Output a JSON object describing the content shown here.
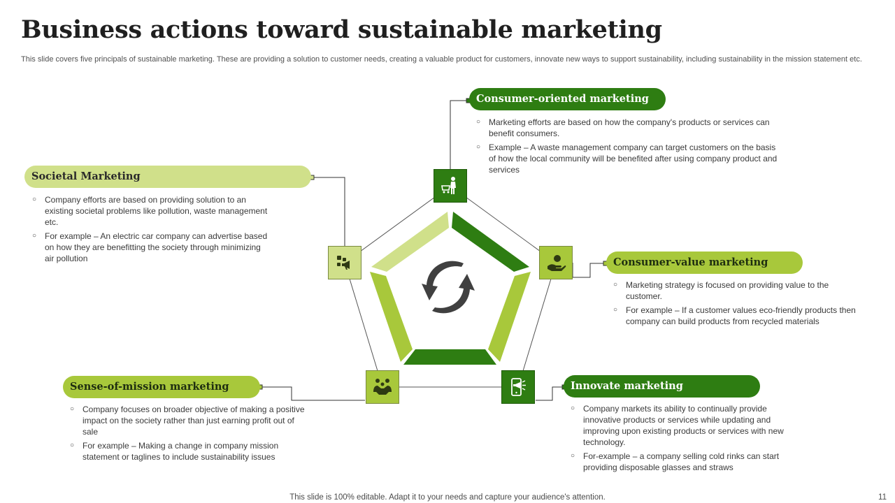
{
  "title": "Business actions toward sustainable marketing",
  "subtitle": "This slide covers five principals of sustainable marketing. These are providing a solution to customer needs, creating a valuable product for customers, innovate new ways to support sustainability, including sustainability in the mission statement etc.",
  "colors": {
    "dark_green": "#2e7d12",
    "mid_green": "#a8c83b",
    "light_green": "#d0e08a"
  },
  "center_icon": "refresh-cycle-icon",
  "sections": {
    "consumer_oriented": {
      "heading": "Consumer-oriented marketing",
      "icon": "shopper-with-cart-icon",
      "bullets": [
        "Marketing efforts are based on how the company's products or services can benefit consumers.",
        "Example – A waste management company can target customers on the basis of how the local community will be benefited after using company product and services"
      ]
    },
    "societal": {
      "heading": "Societal Marketing",
      "icon": "megaphone-ideas-icon",
      "bullets": [
        "Company efforts are based on providing  solution to an existing  societal problems like pollution,  waste management etc.",
        "For example – An electric car company can advertise based on how they are benefitting the society through minimizing air pollution"
      ]
    },
    "consumer_value": {
      "heading": "Consumer-value marketing",
      "icon": "hand-with-coin-icon",
      "bullets": [
        "Marketing strategy is focused on providing  value to the customer.",
        "For example – If a customer values eco-friendly  products then company  can build products from recycled materials"
      ]
    },
    "sense_of_mission": {
      "heading": "Sense-of-mission marketing",
      "icon": "handshake-icon",
      "bullets": [
        "Company focuses on broader objective of making a positive  impact on the society rather than just earning profit out of sale",
        "For example – Making a change in company mission statement or taglines to include sustainability issues"
      ]
    },
    "innovate": {
      "heading": "Innovate marketing",
      "icon": "mobile-promotion-icon",
      "bullets": [
        "Company markets its ability to continually provide innovative  products or services  while updating and improving  upon existing products or services with new technology.",
        "For-example  – a company selling cold rinks can start providing  disposable glasses and straws"
      ]
    }
  },
  "footer": "This slide is 100% editable. Adapt it to your needs and capture your audience's attention.",
  "page_number": "11"
}
